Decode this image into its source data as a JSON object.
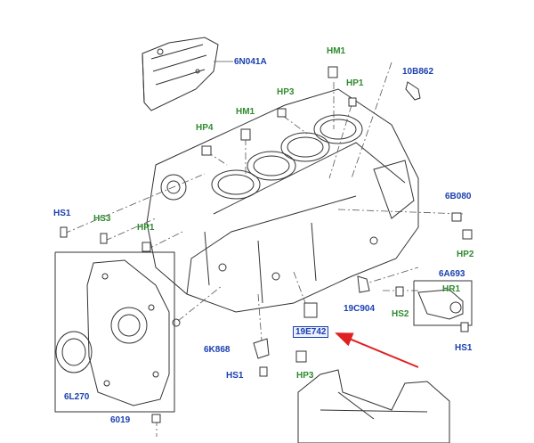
{
  "labels": {
    "p6N041A": "6N041A",
    "hm1_top": "HM1",
    "b10B862": "10B862",
    "hp3_top": "HP3",
    "hp1_top": "HP1",
    "hm1_mid": "HM1",
    "hp4": "HP4",
    "b6B080": "6B080",
    "hs1_left": "HS1",
    "hs3": "HS3",
    "hp1_left": "HP1",
    "hp2": "HP2",
    "a6A693": "6A693",
    "hr1": "HR1",
    "c19C904": "19C904",
    "hs2": "HS2",
    "e19E742": "19E742",
    "k6K868": "6K868",
    "hs1_right": "HS1",
    "hs1_bottom": "HS1",
    "hp3_bottom": "HP3",
    "l6L270": "6L270",
    "p6019": "6019"
  },
  "colors": {
    "part_code": "#1a3fb0",
    "fastener_code": "#2e8b2e",
    "highlight_arrow": "#e02020",
    "line_art": "#333333"
  }
}
